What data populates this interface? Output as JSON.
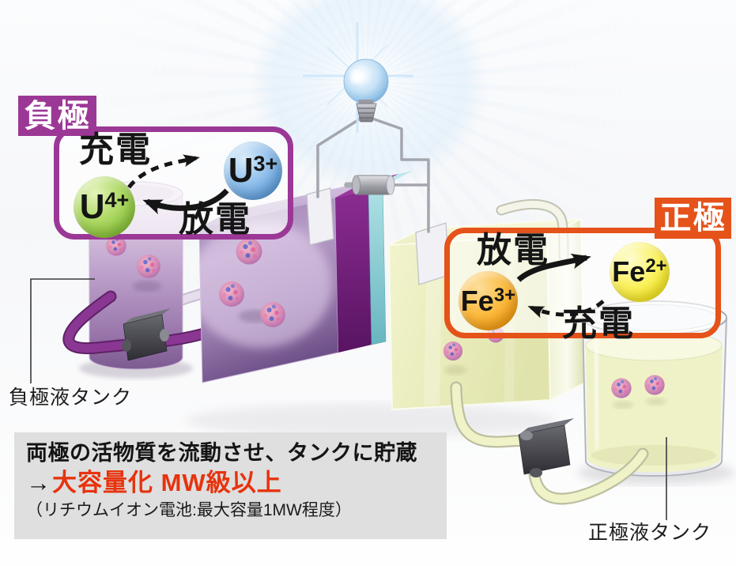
{
  "negative_panel": {
    "tab": "負極",
    "charge_label": "充電",
    "discharge_label": "放電",
    "ion_left": {
      "symbol": "U",
      "valence": "4+"
    },
    "ion_right": {
      "symbol": "U",
      "valence": "3+"
    }
  },
  "positive_panel": {
    "tab": "正極",
    "discharge_label": "放電",
    "charge_label": "充電",
    "ion_left": {
      "symbol": "Fe",
      "valence": "3+"
    },
    "ion_right": {
      "symbol": "Fe",
      "valence": "2+"
    }
  },
  "tank_labels": {
    "negative": "負極液タンク",
    "positive": "正極液タンク"
  },
  "caption": {
    "line1": "両極の活物質を流動させ、タンクに貯蔵",
    "arrow": "→",
    "highlight": "大容量化 MW級以上",
    "note": "（リチウムイオン電池:最大容量1MW程度）"
  },
  "colors": {
    "negative_accent": "#9B3896",
    "positive_accent": "#E5521A",
    "highlight_red": "#E7330E"
  }
}
